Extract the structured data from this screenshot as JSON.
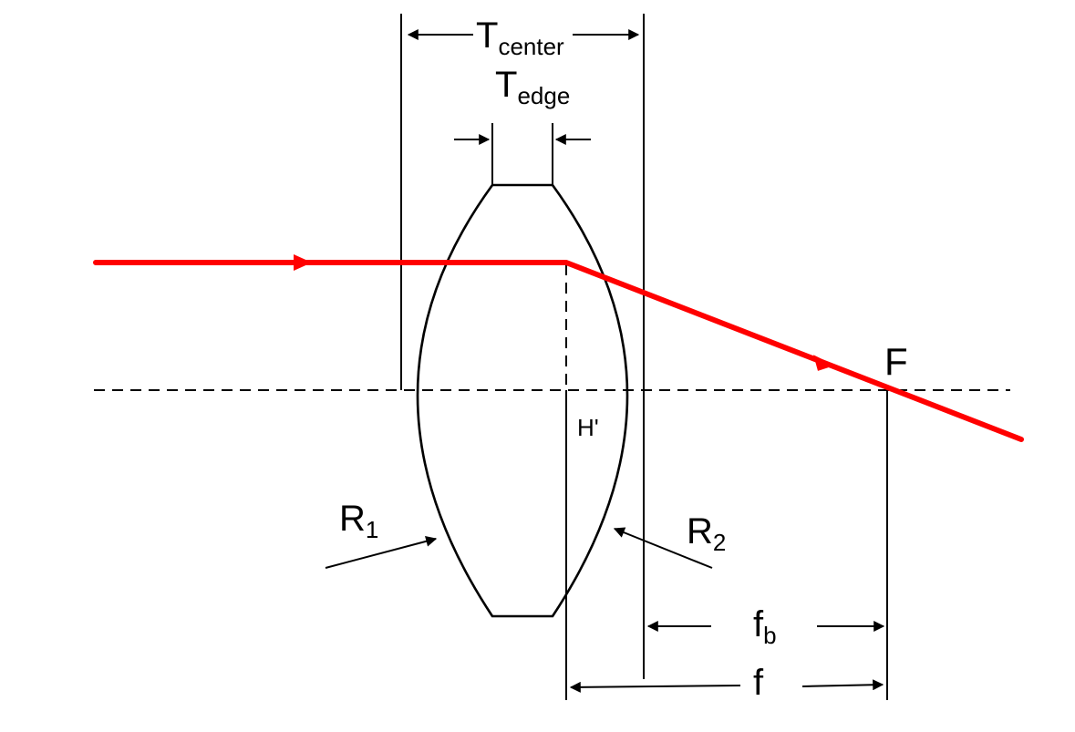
{
  "labels": {
    "t_center_main": "T",
    "t_center_sub": "center",
    "t_edge_main": "T",
    "t_edge_sub": "edge",
    "r1_main": "R",
    "r1_sub": "1",
    "r2_main": "R",
    "r2_sub": "2",
    "focal_point": "F",
    "principal_plane": "H'",
    "fb_main": "f",
    "fb_sub": "b",
    "f": "f"
  },
  "colors": {
    "ray": "#ff0000",
    "lines": "#000000",
    "background": "#ffffff"
  }
}
